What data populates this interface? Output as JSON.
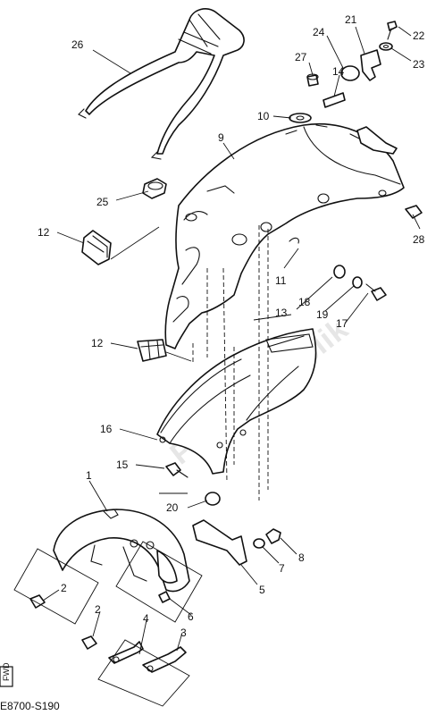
{
  "watermark": "PartsRepublik",
  "diagram_code": "E8700-S190",
  "forward_mark": "FWD",
  "callouts": {
    "c1": "1",
    "c2a": "2",
    "c2b": "2",
    "c3": "3",
    "c4": "4",
    "c5": "5",
    "c6": "6",
    "c7": "7",
    "c8": "8",
    "c9": "9",
    "c10": "10",
    "c11": "11",
    "c12a": "12",
    "c12b": "12",
    "c13": "13",
    "c14": "14",
    "c15": "15",
    "c16": "16",
    "c17": "17",
    "c18": "18",
    "c19": "19",
    "c20": "20",
    "c21": "21",
    "c22": "22",
    "c23": "23",
    "c24": "24",
    "c25": "25",
    "c26": "26",
    "c27": "27",
    "c28": "28"
  }
}
